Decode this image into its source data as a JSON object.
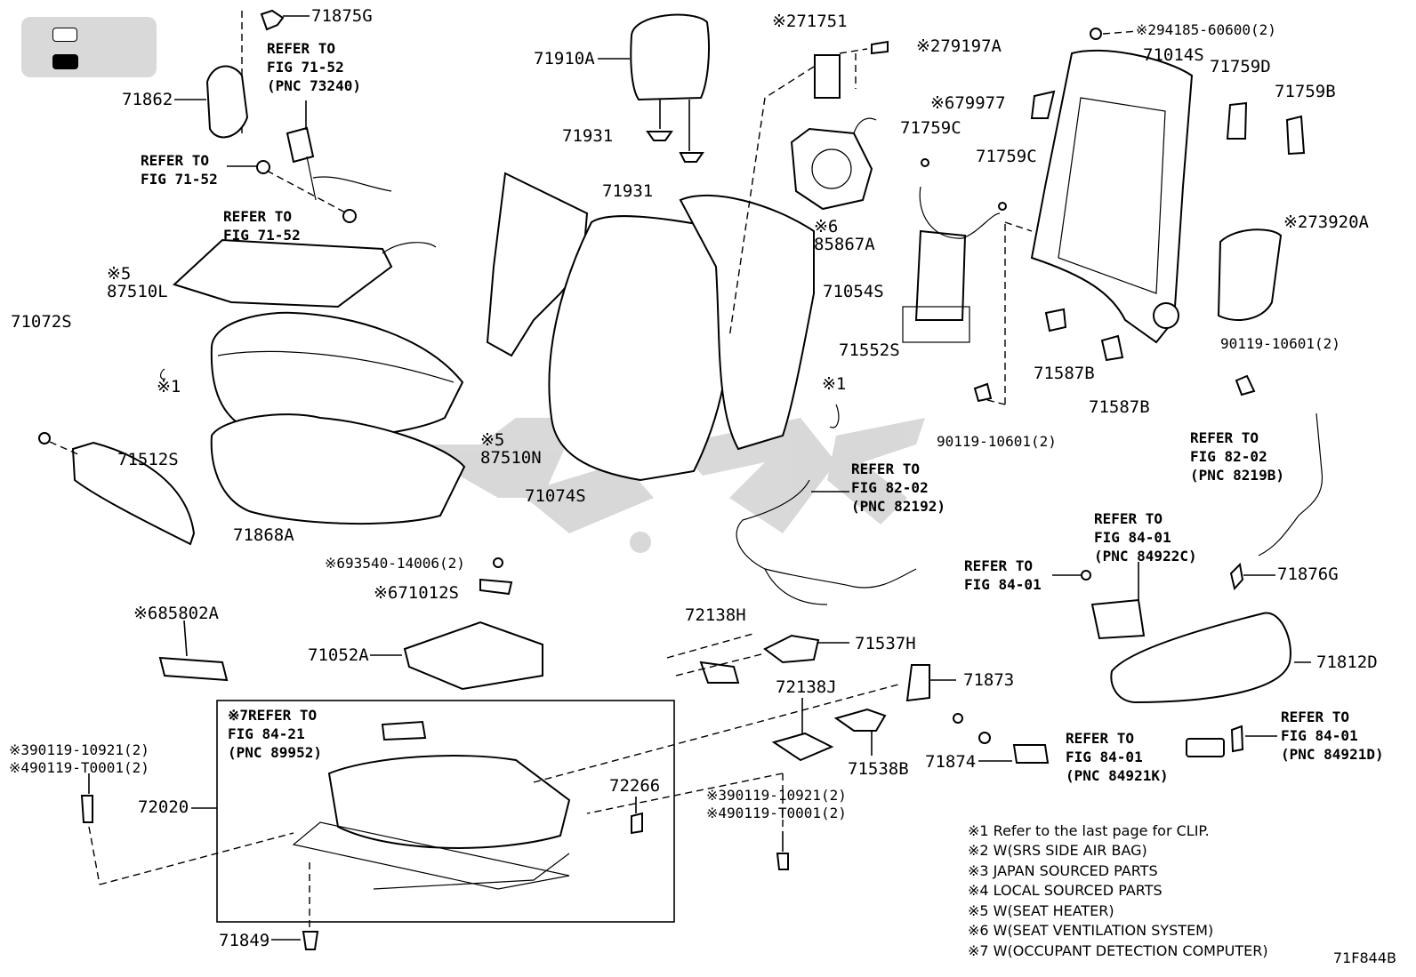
{
  "diagram_code": "71F844B",
  "parts": {
    "p71875G": "71875G",
    "p71862": "71862",
    "p71910A": "71910A",
    "p71931a": "71931",
    "p71931b": "71931",
    "p71751": "71751",
    "p79197A": "79197A",
    "p94185": "94185-60600(2)",
    "p71014S": "71014S",
    "p71759D": "71759D",
    "p71759B": "71759B",
    "p79977": "79977",
    "p71759C_a": "71759C",
    "p71759C_b": "71759C",
    "p85867A": "85867A",
    "p73920A": "73920A",
    "p87510L": "87510L",
    "p71072S": "71072S",
    "p71054S": "71054S",
    "p71552S": "71552S",
    "p90119_10601_a": "90119-10601(2)",
    "p90119_10601_b": "90119-10601(2)",
    "p71587B_a": "71587B",
    "p71587B_b": "71587B",
    "p71512S": "71512S",
    "p87510N": "87510N",
    "p71074S": "71074S",
    "p71868A": "71868A",
    "p93540": "93540-14006(2)",
    "p71012S": "71012S",
    "p85802A": "85802A",
    "p71052A": "71052A",
    "p72138H": "72138H",
    "p71537H": "71537H",
    "p72138J": "72138J",
    "p71873": "71873",
    "p71538B": "71538B",
    "p71874": "71874",
    "p71876G": "71876G",
    "p71812D": "71812D",
    "p72020": "72020",
    "p72266": "72266",
    "p90119_10921_a": "90119-10921(2)",
    "p90119_T0001_a": "90119-T0001(2)",
    "p90119_10921_b": "90119-10921(2)",
    "p90119_T0001_b": "90119-T0001(2)",
    "p71849": "71849",
    "x1a": "※1",
    "x1b": "※1"
  },
  "marks": {
    "m71751": "※2",
    "m79197A": "※2",
    "m94185": "※2",
    "m79977": "※6",
    "m85867A": "※6",
    "m73920A": "※2",
    "m87510L": "※5",
    "m87510N": "※5",
    "m93540": "※6",
    "m71012S": "※6",
    "m85802A": "※6",
    "m72020ref": "※7",
    "m10921a": "※3",
    "mT0001a": "※4",
    "m10921b": "※3",
    "mT0001b": "※4"
  },
  "refs": {
    "r1": "REFER TO\nFIG 71-52\n(PNC 73240)",
    "r2": "REFER TO\nFIG 71-52",
    "r3": "REFER TO\nFIG 71-52",
    "r4": "REFER TO\nFIG 82-02\n(PNC 82192)",
    "r5": "REFER TO\nFIG 82-02\n(PNC 8219B)",
    "r6": "REFER TO\nFIG 84-01\n(PNC 84922C)",
    "r7": "REFER TO\nFIG 84-01",
    "r8": "REFER TO\nFIG 84-21\n(PNC 89952)",
    "r9": "REFER TO\nFIG 84-01\n(PNC 84921K)",
    "r10": "REFER TO\nFIG 84-01\n(PNC 84921D)"
  },
  "notes": [
    "※1  Refer to the last page for CLIP.",
    "※2  W(SRS SIDE AIR BAG)",
    "※3  JAPAN SOURCED PARTS",
    "※4  LOCAL SOURCED PARTS",
    "※5  W(SEAT HEATER)",
    "※6  W(SEAT VENTILATION SYSTEM)",
    "※7  W(OCCUPANT DETECTION COMPUTER)"
  ]
}
